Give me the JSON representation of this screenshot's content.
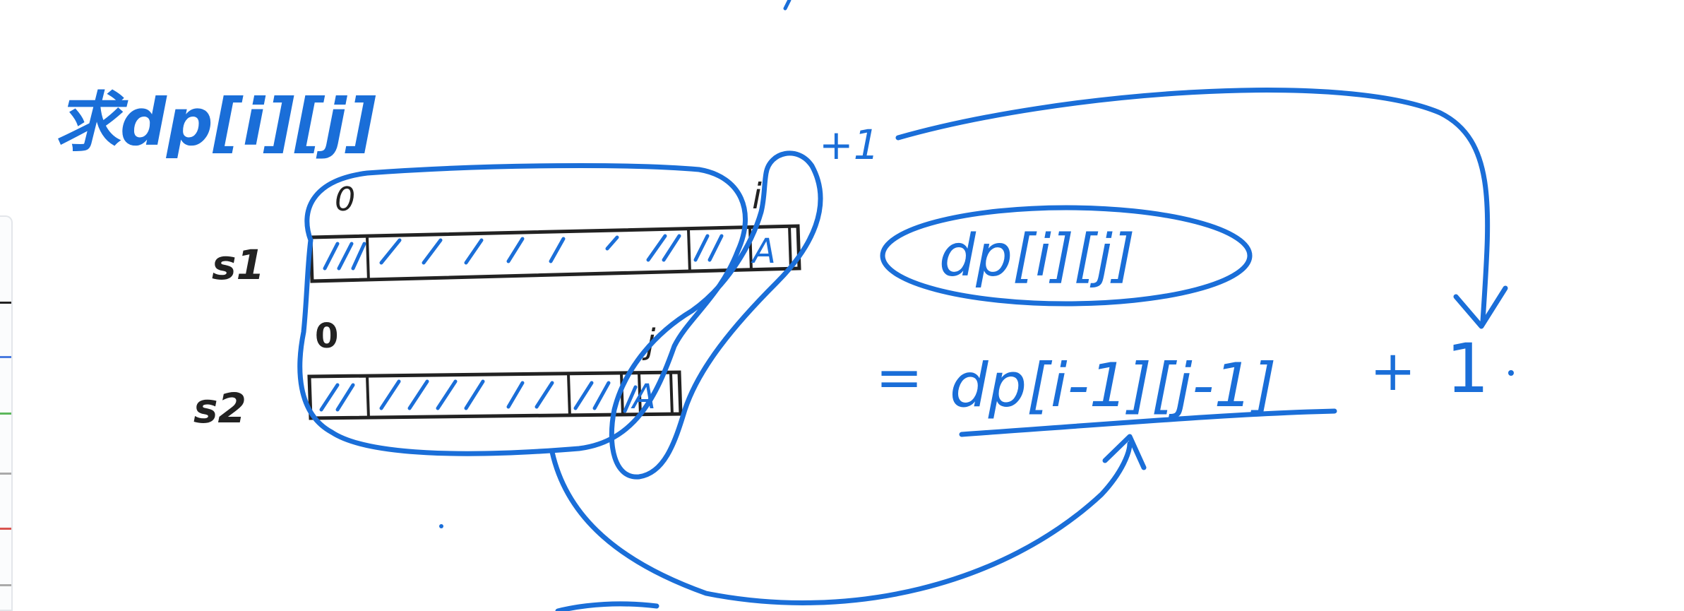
{
  "heading": "求dp[i][j]",
  "strings": [
    {
      "name": "s1",
      "start_index": "0",
      "end_index": "i",
      "last_char": "A"
    },
    {
      "name": "s2",
      "start_index": "0",
      "end_index": "j",
      "last_char": "A"
    }
  ],
  "plus_one_label": "+1",
  "boxed_expr": "dp[i][j]",
  "equation": {
    "equals": "=",
    "term": "dp[i-1][j-1]",
    "plus": "+",
    "one": "1"
  },
  "colors": {
    "blue_ink": "#1a6ed8",
    "black_ink": "#222222"
  },
  "side_panel": {
    "line_colors": [
      "#222222",
      "#4a7be0",
      "#5cb85c",
      "#aaaaaa",
      "#d9534f",
      "#aaaaaa"
    ]
  }
}
